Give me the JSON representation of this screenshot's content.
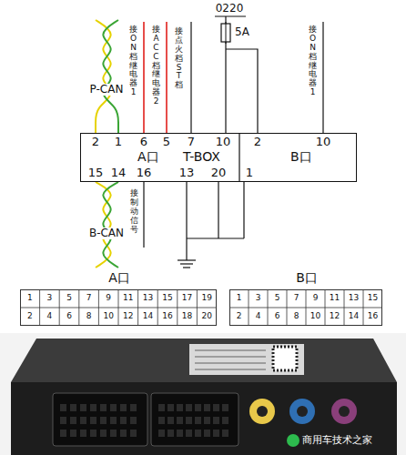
{
  "diagram": {
    "nodes": [
      {
        "text": [
          "A口",
          "T-BOX",
          "B口"
        ]
      },
      {
        "text": [
          "A口"
        ]
      },
      {
        "text": [
          "B口"
        ]
      }
    ],
    "labels": [
      "0220",
      "5A",
      "P-CAN",
      "接ON档继电器1",
      "接ACC档继电器2",
      "接点火档ST档",
      "接ON档继电器1",
      "2",
      "1",
      "6",
      "5",
      "7",
      "10",
      "2",
      "10",
      "15",
      "14",
      "16",
      "13",
      "20",
      "1",
      "B-CAN",
      "接制动信号",
      "1",
      "3",
      "5",
      "7",
      "9",
      "11",
      "13",
      "15",
      "17",
      "19",
      "2",
      "4",
      "6",
      "8",
      "10",
      "12",
      "14",
      "16",
      "18",
      "20",
      "1",
      "3",
      "5",
      "7",
      "9",
      "11",
      "13",
      "15",
      "2",
      "4",
      "6",
      "8",
      "10",
      "12",
      "14",
      "16",
      "商用车技术之家"
    ]
  }
}
